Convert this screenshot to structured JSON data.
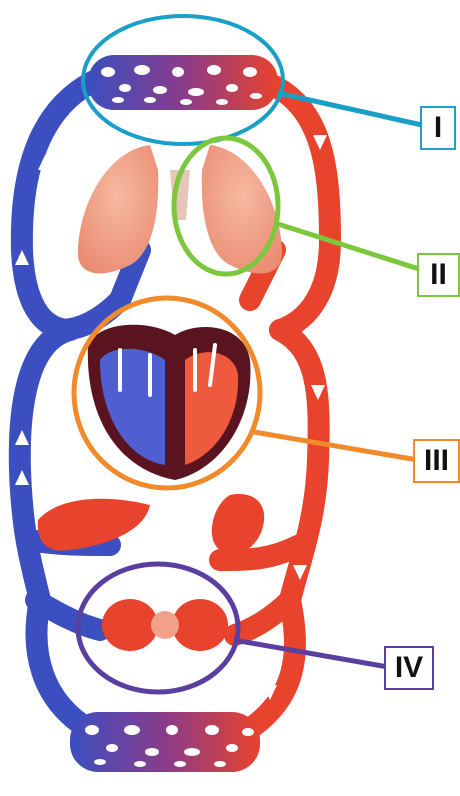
{
  "labels": [
    {
      "id": "I",
      "text": "I",
      "color": "#1aa0c8"
    },
    {
      "id": "II",
      "text": "II",
      "color": "#7cc83c"
    },
    {
      "id": "III",
      "text": "III",
      "color": "#f08a2a"
    },
    {
      "id": "IV",
      "text": "IV",
      "color": "#5b3fa0"
    }
  ],
  "colors": {
    "oxygenated": "#e8432c",
    "deoxygenated": "#3b4fc0",
    "organ_pink": "#f2a088",
    "heart_dark": "#5a1420"
  }
}
